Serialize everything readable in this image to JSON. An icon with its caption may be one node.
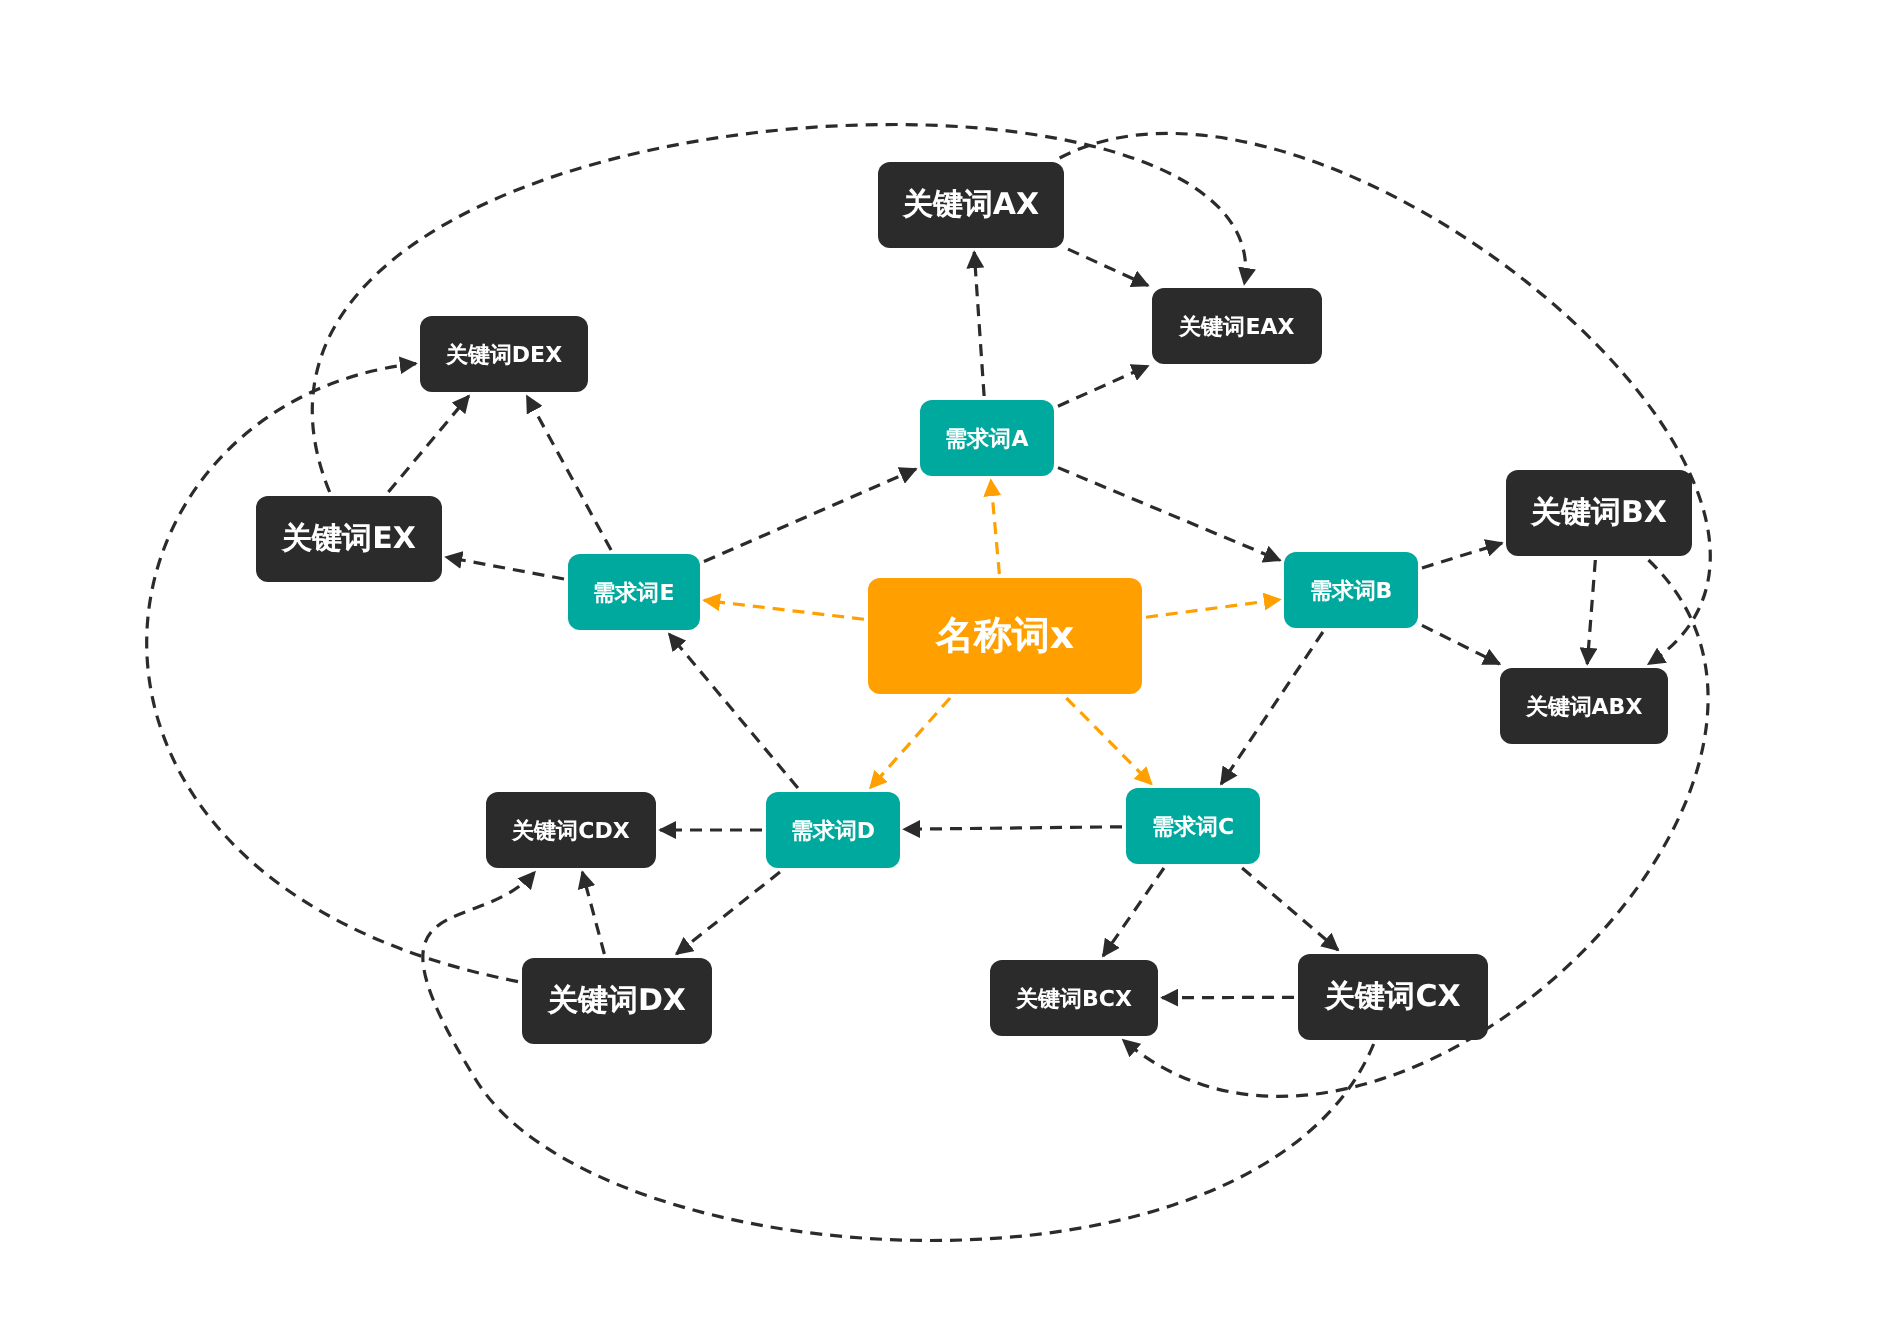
{
  "diagram": {
    "nodes": [
      {
        "text": [
          "名称词x"
        ]
      },
      {
        "text": [
          "需求词A"
        ]
      },
      {
        "text": [
          "需求词B"
        ]
      },
      {
        "text": [
          "需求词C"
        ]
      },
      {
        "text": [
          "需求词D"
        ]
      },
      {
        "text": [
          "需求词E"
        ]
      },
      {
        "text": [
          "关键词AX"
        ]
      },
      {
        "text": [
          "关键词EAX"
        ]
      },
      {
        "text": [
          "关键词BX"
        ]
      },
      {
        "text": [
          "关键词ABX"
        ]
      },
      {
        "text": [
          "关键词CX"
        ]
      },
      {
        "text": [
          "关键词BCX"
        ]
      },
      {
        "text": [
          "关键词DX"
        ]
      },
      {
        "text": [
          "关键词CDX"
        ]
      },
      {
        "text": [
          "关键词EX"
        ]
      },
      {
        "text": [
          "关键词DEX"
        ]
      }
    ],
    "edges": [
      {
        "from": 0,
        "to": 1,
        "arrow": "to",
        "style": "dashed",
        "color": "#ffa000"
      },
      {
        "from": 0,
        "to": 2,
        "arrow": "to",
        "style": "dashed",
        "color": "#ffa000"
      },
      {
        "from": 0,
        "to": 3,
        "arrow": "to",
        "style": "dashed",
        "color": "#ffa000"
      },
      {
        "from": 0,
        "to": 4,
        "arrow": "to",
        "style": "dashed",
        "color": "#ffa000"
      },
      {
        "from": 0,
        "to": 5,
        "arrow": "to",
        "style": "dashed",
        "color": "#ffa000"
      },
      {
        "from": 1,
        "to": 6,
        "arrow": "to",
        "style": "dashed"
      },
      {
        "from": 1,
        "to": 7,
        "arrow": "to",
        "style": "dashed"
      },
      {
        "from": 1,
        "to": 2,
        "arrow": "to",
        "style": "dashed"
      },
      {
        "from": 2,
        "to": 8,
        "arrow": "to",
        "style": "dashed"
      },
      {
        "from": 2,
        "to": 9,
        "arrow": "to",
        "style": "dashed"
      },
      {
        "from": 2,
        "to": 3,
        "arrow": "to",
        "style": "dashed"
      },
      {
        "from": 3,
        "to": 4,
        "arrow": "to",
        "style": "dashed"
      },
      {
        "from": 3,
        "to": 11,
        "arrow": "to",
        "style": "dashed"
      },
      {
        "from": 3,
        "to": 10,
        "arrow": "to",
        "style": "dashed"
      },
      {
        "from": 4,
        "to": 13,
        "arrow": "to",
        "style": "dashed"
      },
      {
        "from": 4,
        "to": 12,
        "arrow": "to",
        "style": "dashed"
      },
      {
        "from": 4,
        "to": 5,
        "arrow": "to",
        "style": "dashed"
      },
      {
        "from": 5,
        "to": 15,
        "arrow": "to",
        "style": "dashed"
      },
      {
        "from": 5,
        "to": 14,
        "arrow": "to",
        "style": "dashed"
      },
      {
        "from": 5,
        "to": 1,
        "arrow": "to",
        "style": "dashed"
      },
      {
        "from": 6,
        "to": 7,
        "arrow": "to",
        "style": "dashed"
      },
      {
        "from": 6,
        "to": 9,
        "arrow": "to",
        "style": "dashed"
      },
      {
        "from": 8,
        "to": 9,
        "arrow": "to",
        "style": "dashed"
      },
      {
        "from": 8,
        "to": 11,
        "arrow": "to",
        "style": "dashed"
      },
      {
        "from": 10,
        "to": 11,
        "arrow": "to",
        "style": "dashed"
      },
      {
        "from": 10,
        "to": 13,
        "arrow": "to",
        "style": "dashed"
      },
      {
        "from": 12,
        "to": 13,
        "arrow": "to",
        "style": "dashed"
      },
      {
        "from": 12,
        "to": 15,
        "arrow": "to",
        "style": "dashed"
      },
      {
        "from": 14,
        "to": 15,
        "arrow": "to",
        "style": "dashed"
      },
      {
        "from": 14,
        "to": 7,
        "arrow": "to",
        "style": "dashed"
      }
    ]
  }
}
